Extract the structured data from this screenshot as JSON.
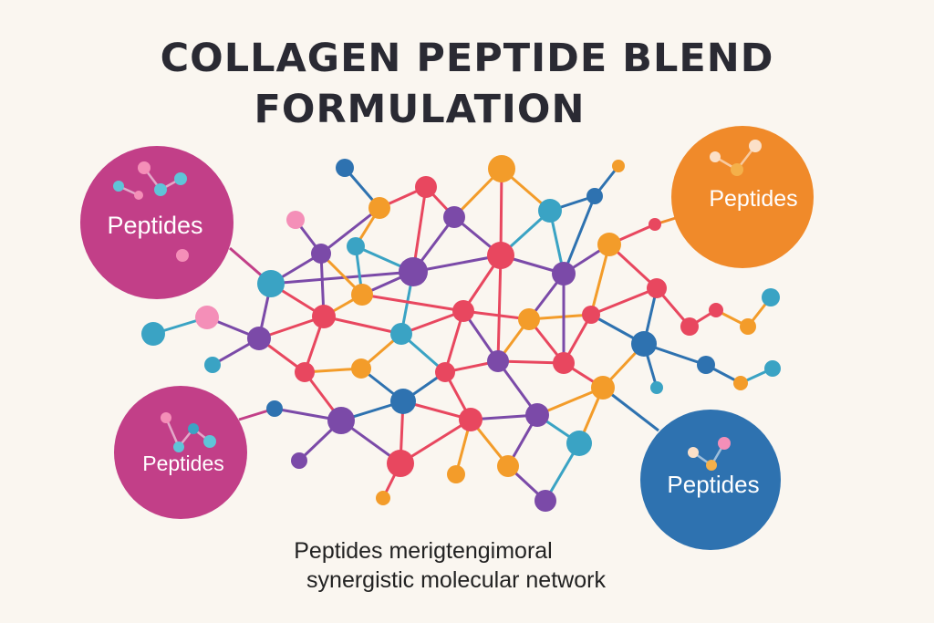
{
  "title": {
    "line1": "COLLAGEN PEPTIDE BLEND",
    "line2": "FORMULATION"
  },
  "hubs": [
    {
      "label": "Peptides",
      "color": "#c23f88"
    },
    {
      "label": "Peptides",
      "color": "#f08a2a"
    },
    {
      "label": "Peptides",
      "color": "#c23f88"
    },
    {
      "label": "Peptides",
      "color": "#2e72b0"
    }
  ],
  "caption": {
    "line1": "Peptides merigtengimoral",
    "line2": "synergistic molecular network"
  },
  "palette": {
    "magenta": "#c23f88",
    "orange": "#f39c2a",
    "blue": "#2e72b0",
    "teal": "#3aa3c4",
    "purple": "#7b4aa8",
    "red": "#e8475f",
    "pink": "#f48fb8"
  }
}
